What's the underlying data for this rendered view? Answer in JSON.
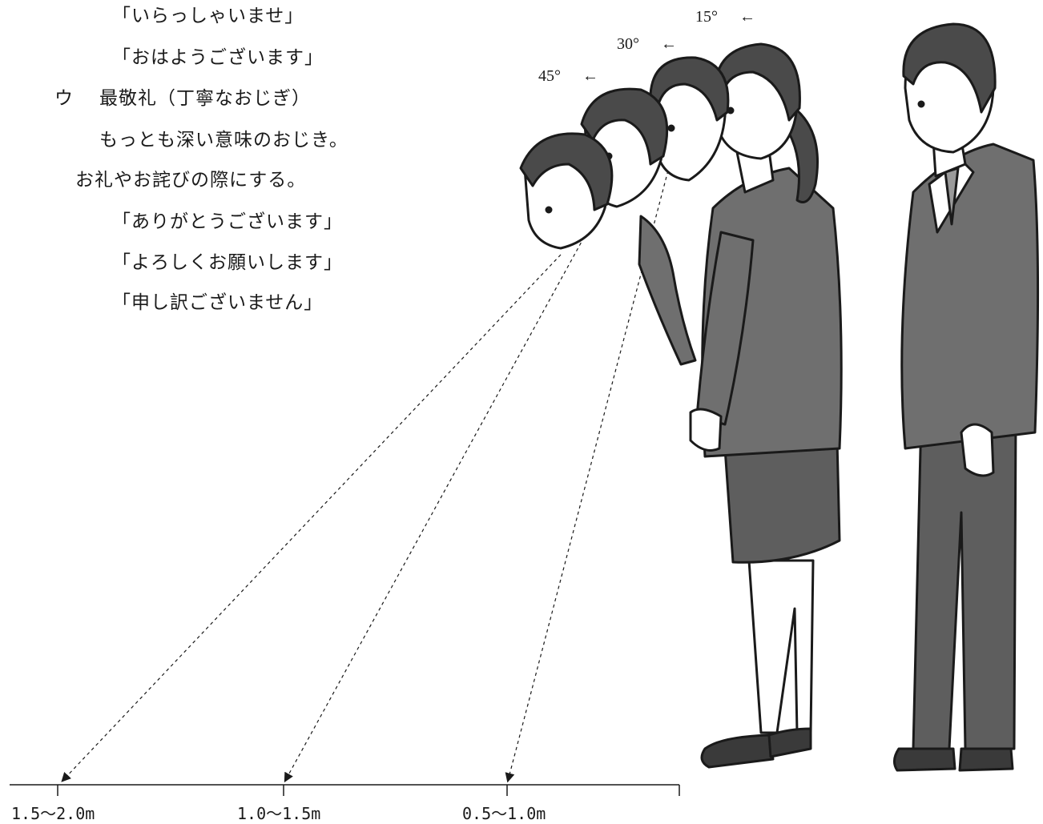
{
  "text": {
    "greet_1": "「いらっしゃいませ」",
    "greet_2": "「おはようございます」",
    "item_marker": "ウ",
    "item_title": "最敬礼（丁寧なおじぎ）",
    "desc_1": "もっとも深い意味のおじき。",
    "desc_2": "お礼やお詫びの際にする。",
    "phrase_1": "「ありがとうございます」",
    "phrase_2": "「よろしくお願いします」",
    "phrase_3": "「申し訳ございません」"
  },
  "angles": {
    "a15": "15°",
    "a30": "30°",
    "a45": "45°",
    "arrow": "←"
  },
  "distances": {
    "d1": "1.5～2.0m",
    "d2": "1.0～1.5m",
    "d3": "0.5～1.0m"
  },
  "colors": {
    "ink": "#1a1a1a",
    "suit_fill": "#6f6f6f",
    "skin_fill": "#ffffff"
  }
}
